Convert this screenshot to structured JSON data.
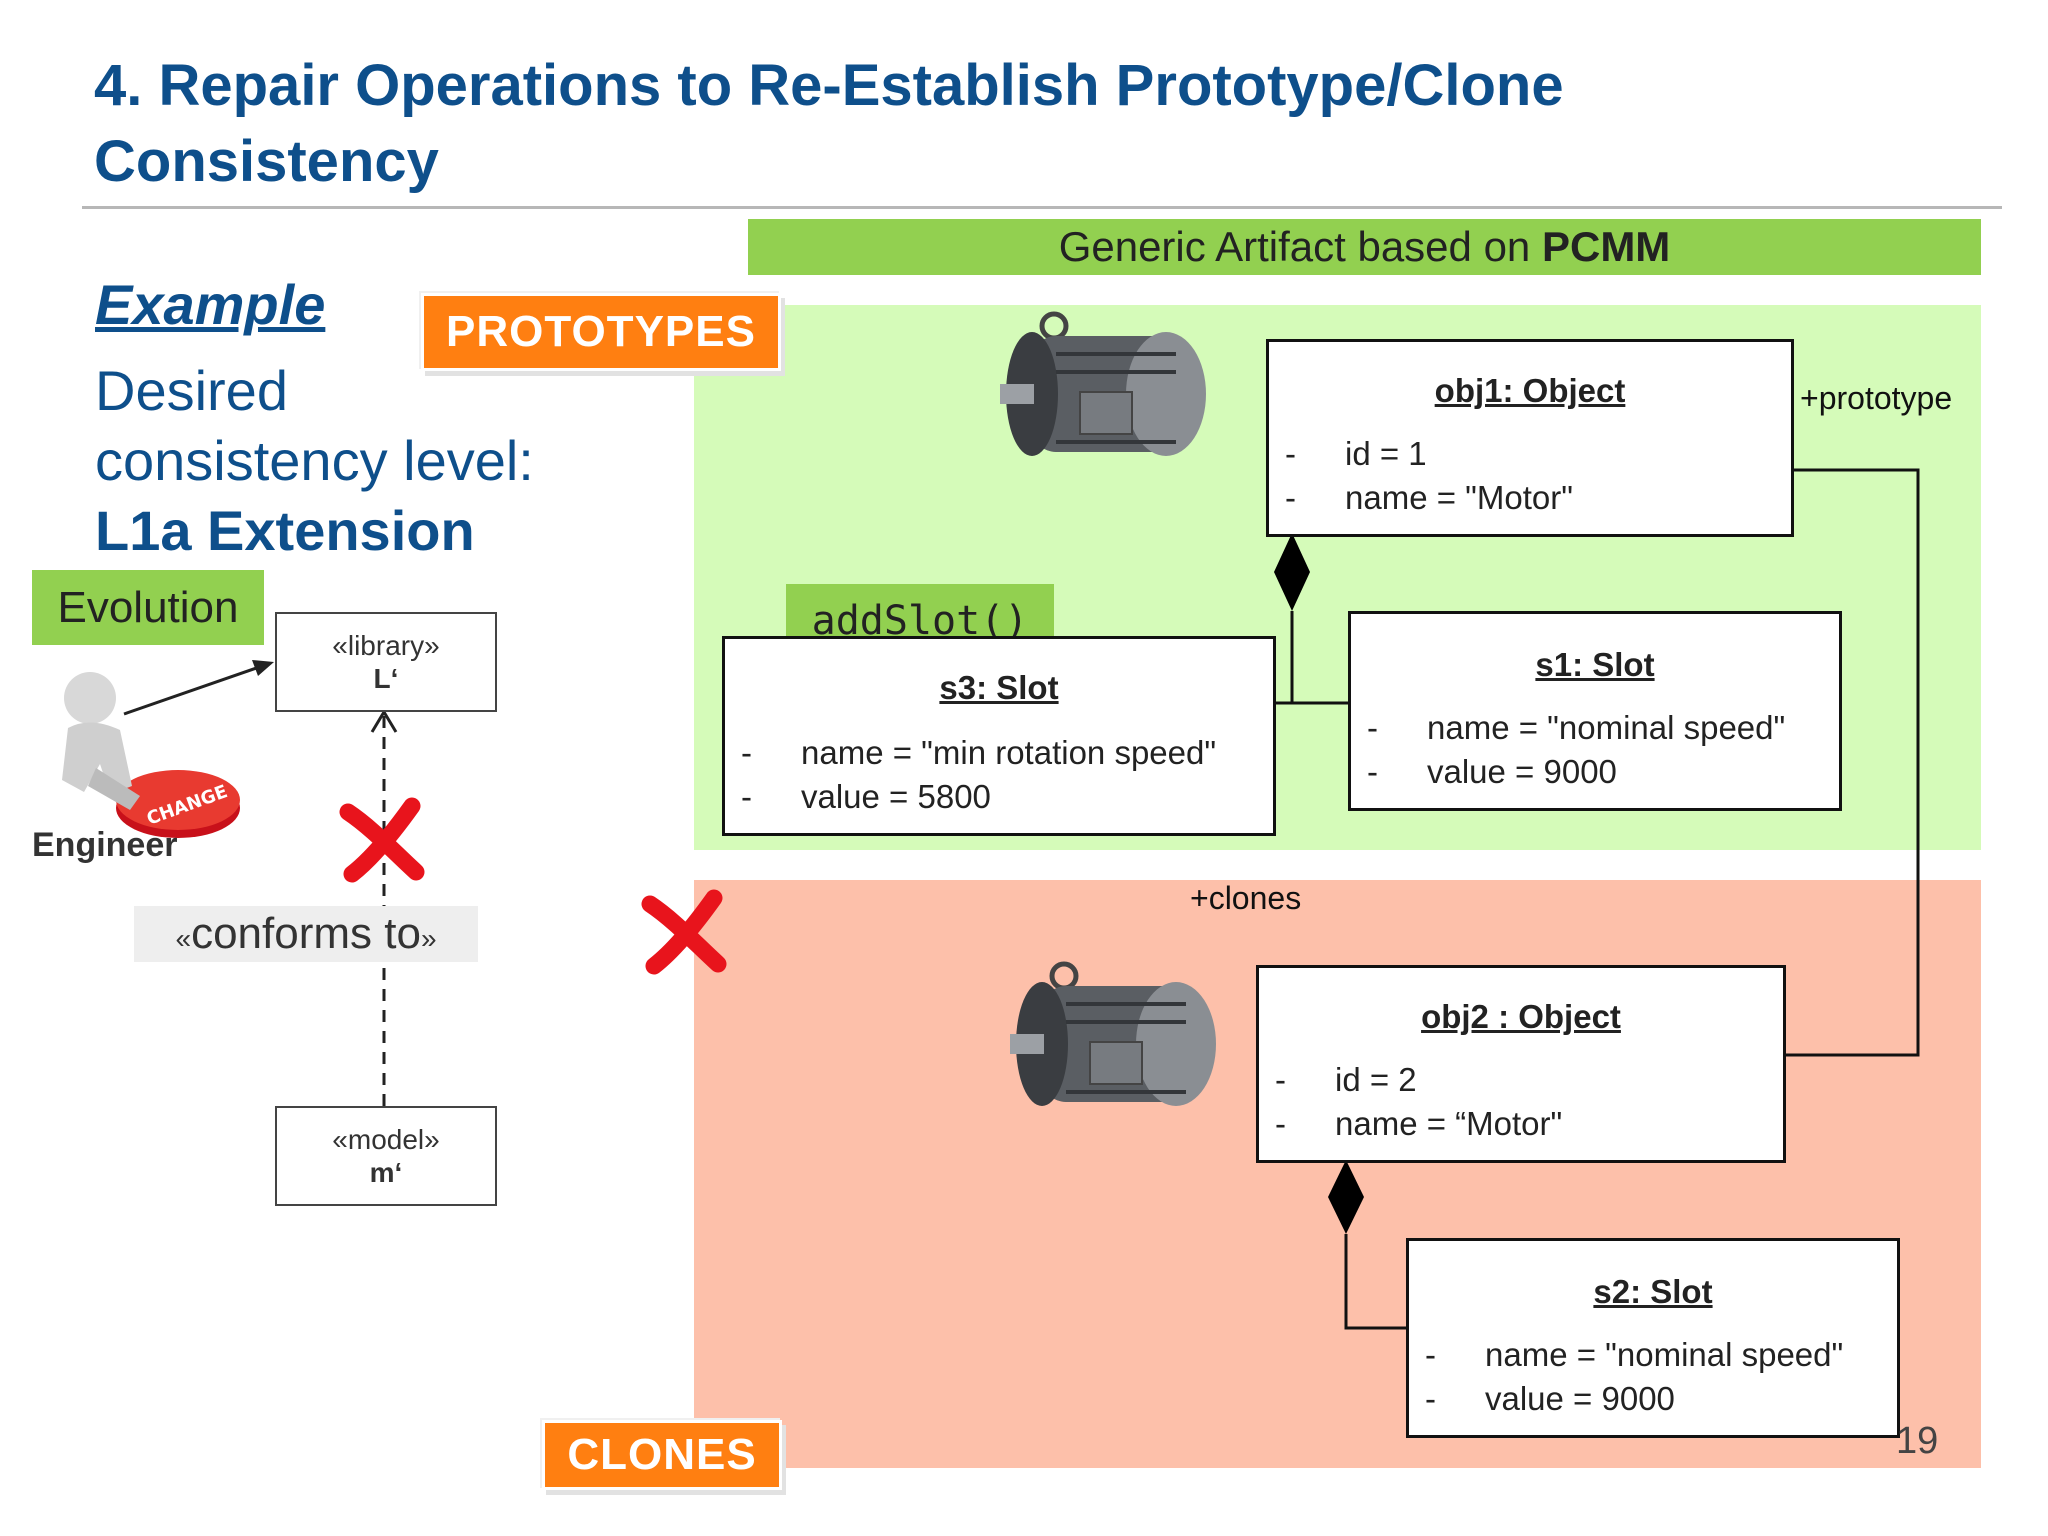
{
  "slide": {
    "title_line1": "4. Repair Operations to Re-Establish Prototype/Clone",
    "title_line2": "Consistency",
    "page_number": "19"
  },
  "header": {
    "generic_prefix": "Generic Artifact based on",
    "generic_bold": "PCMM"
  },
  "tags": {
    "prototypes": "PROTOTYPES",
    "clones": "CLONES"
  },
  "example": {
    "heading": "Example",
    "desired_line1": "Desired",
    "desired_line2": "consistency level:",
    "desired_level": "L1a Extension"
  },
  "evolution": {
    "label": "Evolution",
    "engineer": "Engineer",
    "badge_text": "CHANGE",
    "library_stereotype": "«library»",
    "library_name": "L‘",
    "model_stereotype": "«model»",
    "model_name": "m‘",
    "conforms_open": "«",
    "conforms_text": "conforms to",
    "conforms_close": "»"
  },
  "method": {
    "label": "addSlot()"
  },
  "objects": {
    "obj1": {
      "title": "obj1: Object",
      "attrs": [
        "id = 1",
        "name = \"Motor\""
      ]
    },
    "s1": {
      "title": "s1: Slot",
      "attrs": [
        "name = \"nominal speed\"",
        "value = 9000"
      ]
    },
    "s3": {
      "title": "s3: Slot",
      "attrs": [
        "name = \"min rotation speed\"",
        "value = 5800"
      ]
    },
    "obj2": {
      "title": "obj2 : Object",
      "attrs": [
        "id = 2",
        "name = “Motor\""
      ]
    },
    "s2": {
      "title": "s2: Slot",
      "attrs": [
        "name = \"nominal speed\"",
        "value = 9000"
      ]
    }
  },
  "associations": {
    "prototype_role": "+prototype",
    "clones_role": "+clones"
  },
  "colors": {
    "title_blue": "#0e4f8b",
    "green": "#92d050",
    "prototype_area": "#d5fbb9",
    "clone_area": "#fdc0aa",
    "orange": "#ff7f11",
    "cross_red": "#e8141c"
  }
}
